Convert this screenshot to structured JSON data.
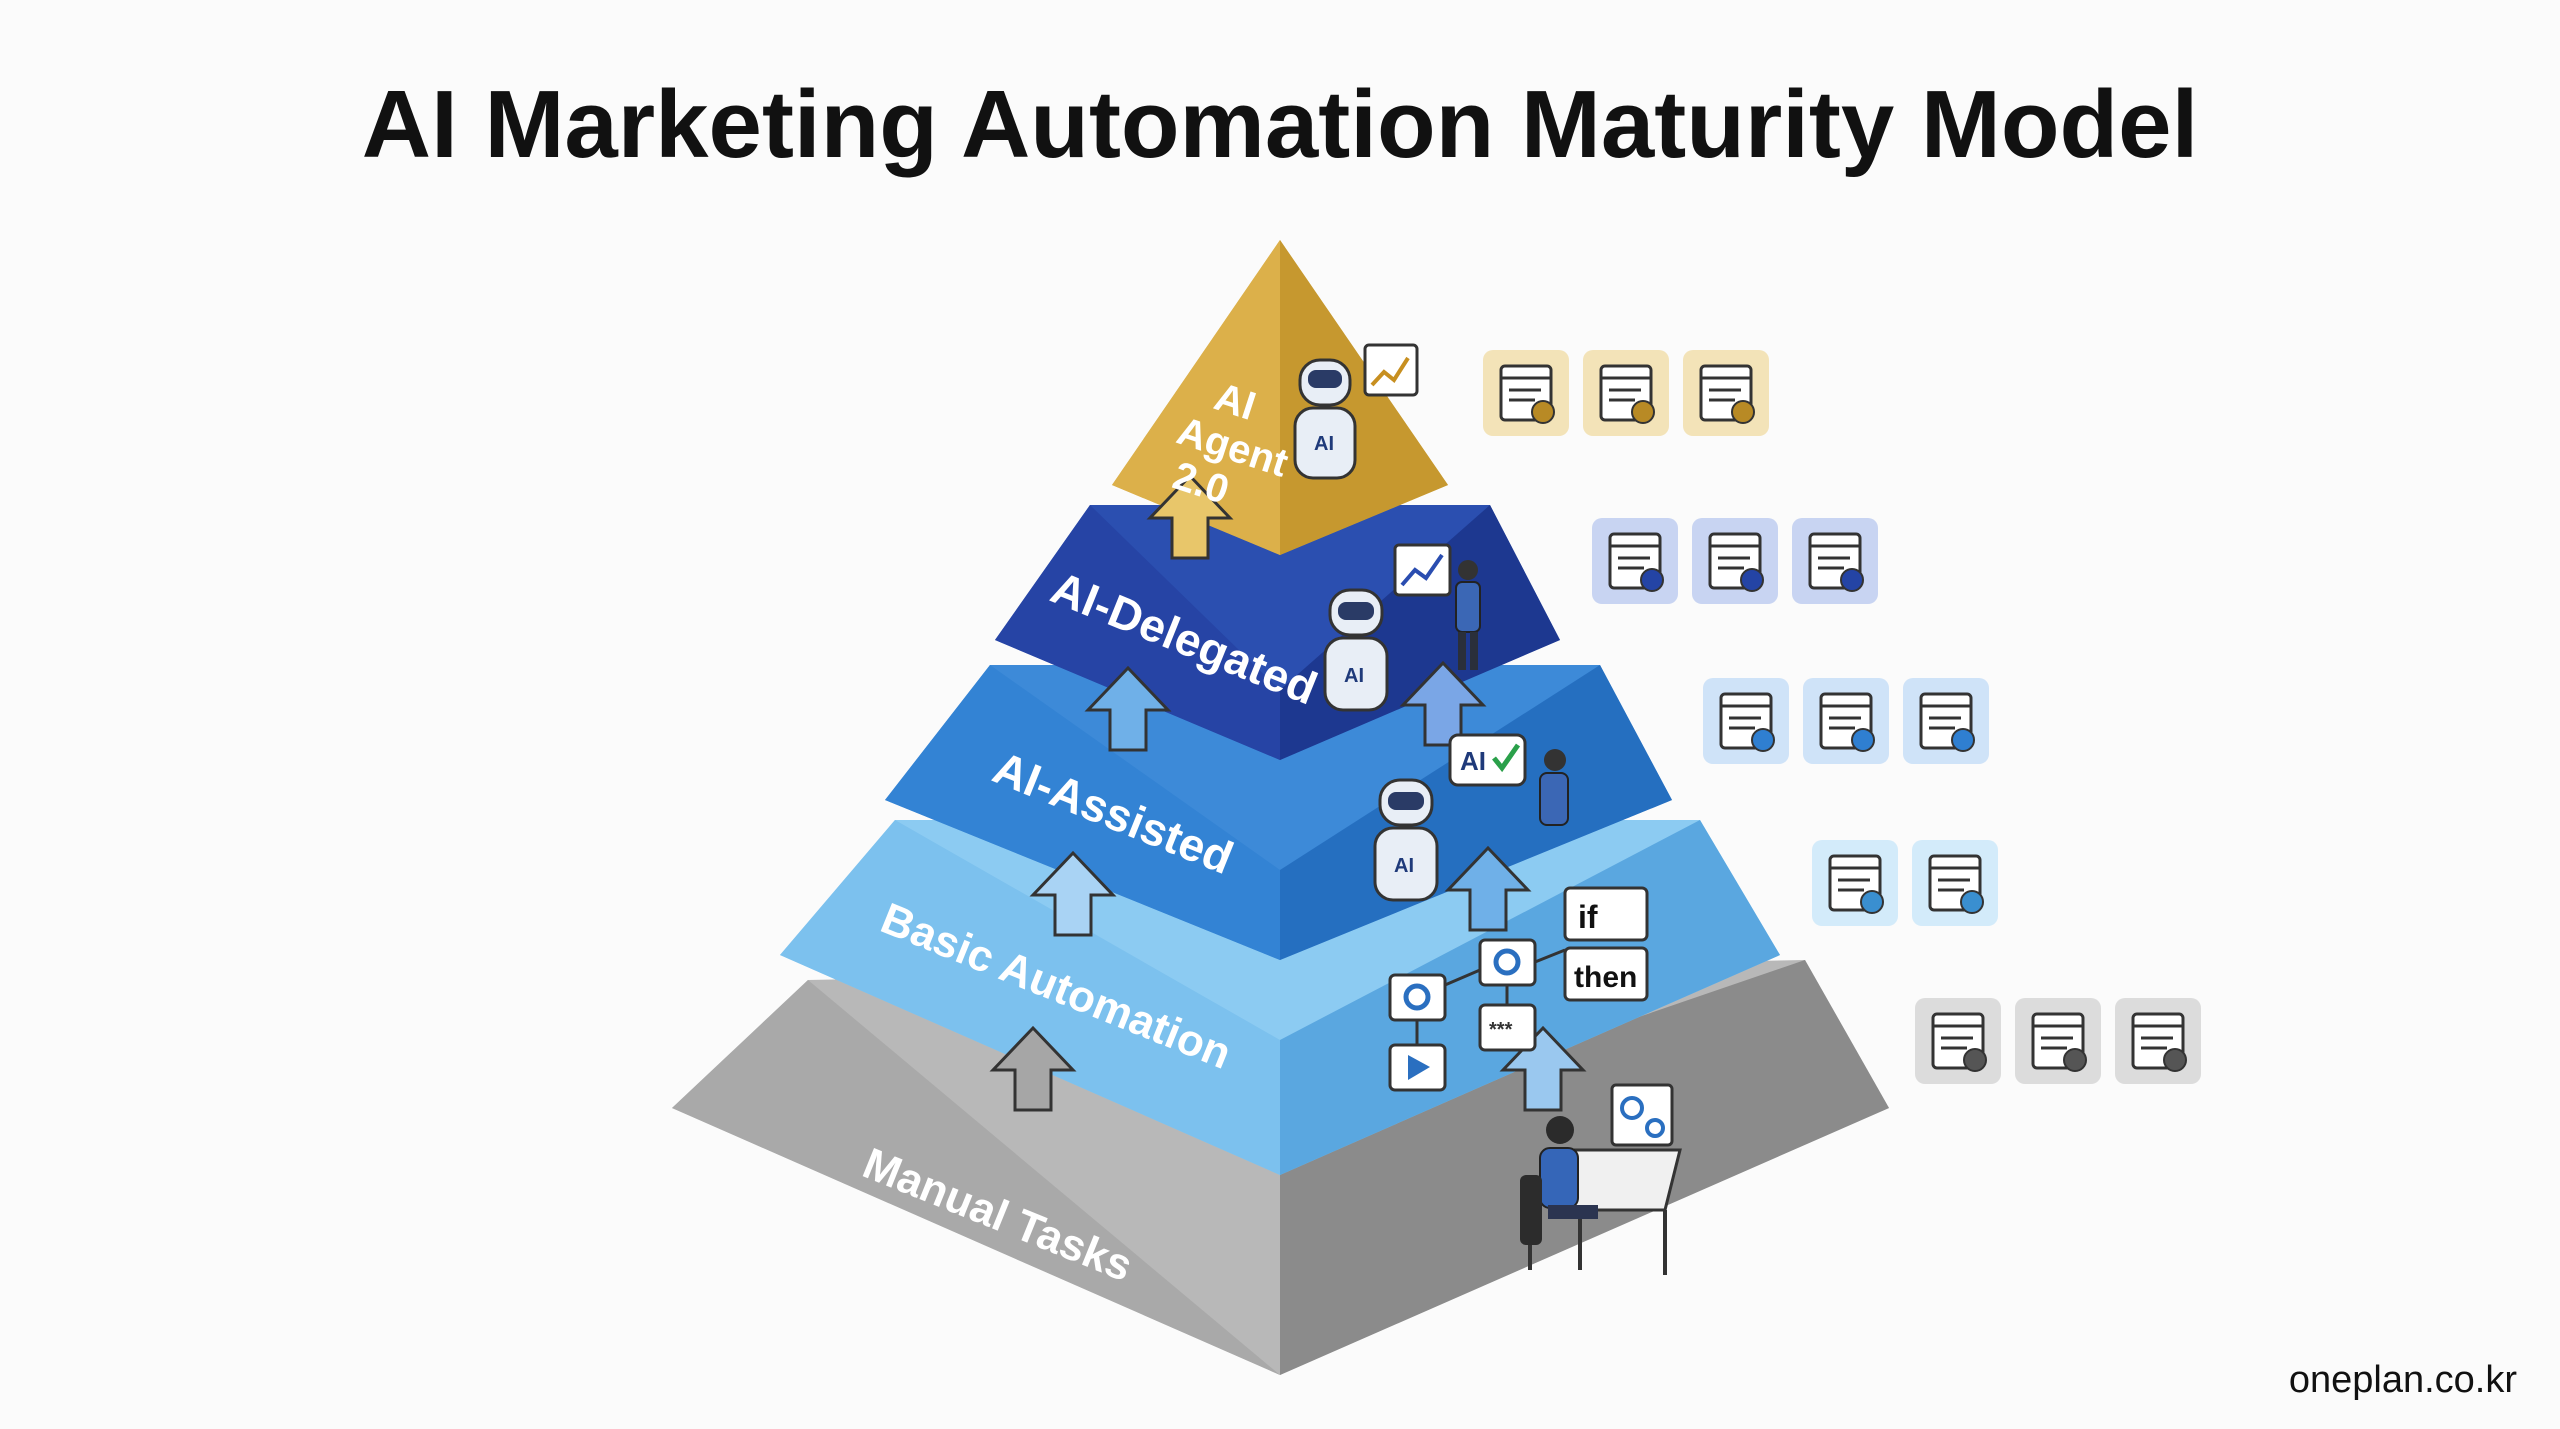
{
  "title": "AI Marketing Automation Maturity Model",
  "footer": "oneplan.co.kr",
  "levels": [
    {
      "name": "Manual Tasks",
      "color": "#9a9a9a",
      "icons": [
        "browser-check-icon",
        "checklist-edit-icon",
        "checklist-icon"
      ]
    },
    {
      "name": "Basic Automation",
      "color": "#6fb6e9",
      "icons": [
        "document-edit-icon",
        "checklist-icon"
      ]
    },
    {
      "name": "AI-Assisted",
      "color": "#2f7fd1",
      "icons": [
        "browser-settings-icon",
        "workflow-icon",
        "clipboard-check-icon"
      ]
    },
    {
      "name": "AI-Delegated",
      "color": "#21429f",
      "icons": [
        "browser-settings-icon",
        "scroll-settings-icon",
        "clipboard-chart-icon"
      ]
    },
    {
      "name_lines": [
        "AI",
        "Agent",
        "2.0"
      ],
      "color": "#d4a93c",
      "icons": [
        "browser-check-icon",
        "scales-icon",
        "clipboard-pie-icon"
      ]
    }
  ],
  "robot_badge": "AI",
  "speech_bubble": "AI",
  "rule_blocks": {
    "if": "if",
    "then": "then",
    "dots": "***"
  }
}
